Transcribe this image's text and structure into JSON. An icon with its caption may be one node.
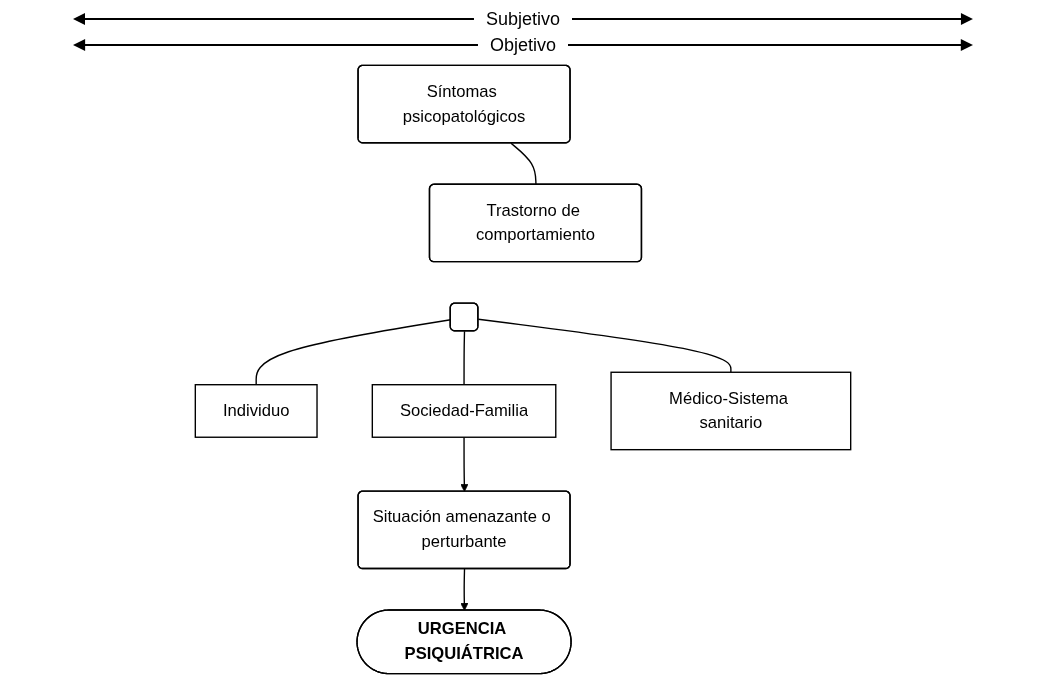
{
  "diagram": {
    "nodes": [
      {
        "text": [
          "Síntomas psicopatológicos"
        ]
      },
      {
        "text": [
          "Trastorno de comportamiento"
        ]
      },
      {
        "text": [],
        "shape": "box"
      },
      {
        "text": [
          "Individuo"
        ]
      },
      {
        "text": [
          "Sociedad-Familia"
        ]
      },
      {
        "text": [
          "Médico-Sistema sanitario"
        ]
      },
      {
        "text": [
          "Situación amenazante o perturbante"
        ]
      },
      {
        "text": [
          "URGENCIA PSIQUIÁTRICA"
        ]
      }
    ],
    "edges": [
      {
        "from": 0,
        "to": 1,
        "arrow": "none"
      },
      {
        "from": 2,
        "to": 3,
        "arrow": "none"
      },
      {
        "from": 2,
        "to": 4,
        "arrow": "none"
      },
      {
        "from": 2,
        "to": 5,
        "arrow": "none"
      },
      {
        "from": 4,
        "to": 6,
        "arrow": "to"
      },
      {
        "from": 6,
        "to": 7,
        "arrow": "to"
      }
    ],
    "labels": [
      "Subjetivo",
      "Objetivo"
    ]
  }
}
